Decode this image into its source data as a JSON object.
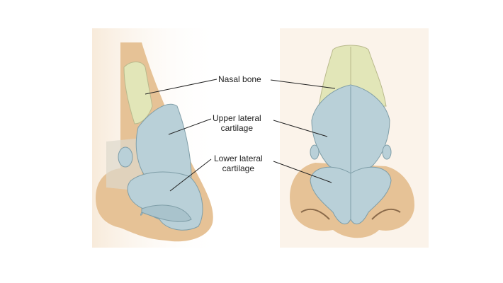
{
  "labels": {
    "nasal_bone": "Nasal bone",
    "upper_lateral": "Upper lateral\ncartilage",
    "lower_lateral": "Lower lateral\ncartilage"
  },
  "colors": {
    "skin": "#e8c49a",
    "bone": "#e2e6b8",
    "cartilage": "#b9d0d8",
    "cartilage_edge": "#7f9ea8",
    "line": "#222222"
  }
}
